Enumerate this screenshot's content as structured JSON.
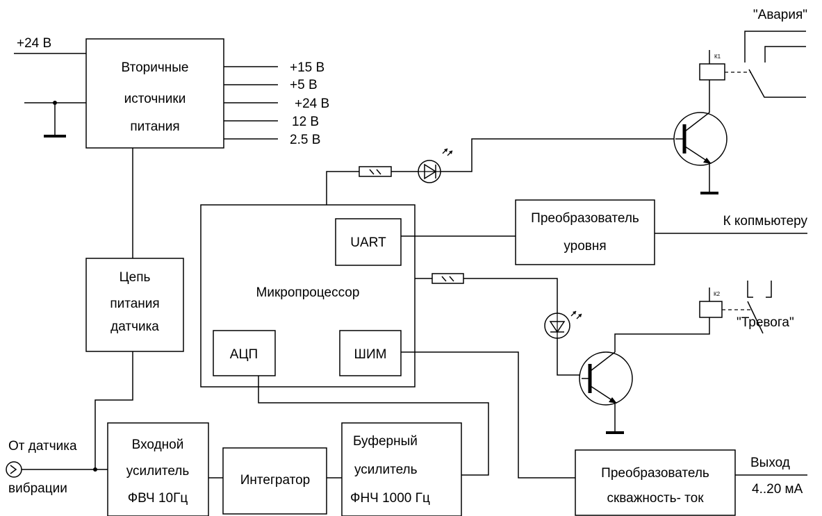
{
  "power": {
    "input": "+24 В",
    "block_line1": "Вторичные",
    "block_line2": "источники",
    "block_line3": "питания",
    "out1": "+15 В",
    "out2": "+5 В",
    "out3": "+24 В",
    "out4": "12 В",
    "out5": "2.5 В"
  },
  "sensor_power": {
    "line1": "Цепь",
    "line2": "питания",
    "line3": "датчика"
  },
  "mcu": {
    "title": "Микропроцессор",
    "uart": "UART",
    "adc": "АЦП",
    "pwm": "ШИМ"
  },
  "level_converter": {
    "line1": "Преобразователь",
    "line2": "уровня",
    "output_label": "К копмьютеру"
  },
  "relay_alarm": {
    "label": "\"Авария\"",
    "coil": "К1"
  },
  "relay_warning": {
    "label": "\"Тревога\"",
    "coil": "К2"
  },
  "sensor_input": {
    "line1": "От датчика",
    "line2": "вибрации"
  },
  "input_amp": {
    "line1": "Входной",
    "line2": "усилитель",
    "line3": "ФВЧ 10Гц"
  },
  "integrator": {
    "label": "Интегратор"
  },
  "buffer_amp": {
    "line1": "Буферный",
    "line2": "усилитель",
    "line3": "ФНЧ 1000 Гц"
  },
  "duty_converter": {
    "line1": "Преобразователь",
    "line2": "скважность- ток"
  },
  "output": {
    "line1": "Выход",
    "line2": "4..20 мА"
  }
}
